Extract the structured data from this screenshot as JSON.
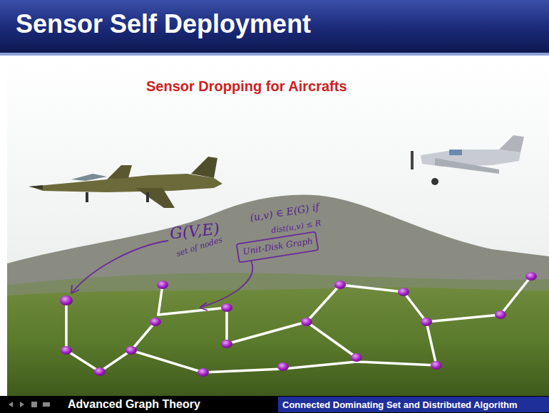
{
  "diagram": {
    "title": "Sensor Self Deployment",
    "labels": [
      "Sensor Dropping for Aircrafts",
      "G(V,E)",
      "set of nodes",
      "(u,v) ∈ E(G) if",
      "dist(u,v) ≤ R",
      "Unit-Disk Graph",
      "Advanced Graph Theory",
      "Connected Dominating Set and Distributed Algorithm"
    ]
  }
}
